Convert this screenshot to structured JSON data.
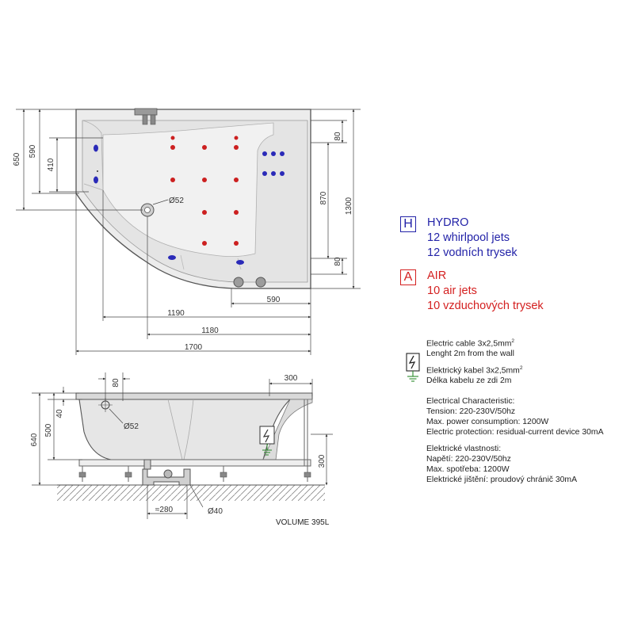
{
  "top_view": {
    "dims": {
      "d650": "650",
      "d590": "590",
      "d410": "410",
      "d80_top": "80",
      "d870": "870",
      "d1300": "1300",
      "d80_bottom": "80",
      "d590_bottom": "590",
      "d1190": "1190",
      "d1180": "1180",
      "d1700": "1700",
      "drain": "Ø52"
    },
    "colors": {
      "whirlpool_jet": "#cc2020",
      "air_jet": "#2a2ab8"
    }
  },
  "side_view": {
    "dims": {
      "d80": "80",
      "d300_top": "300",
      "d40": "40",
      "d500": "500",
      "d640": "640",
      "drain": "Ø52",
      "d300_right": "300",
      "d280": "≈280",
      "d40_pipe": "Ø40"
    },
    "volume": "VOLUME 395L"
  },
  "legend": {
    "hydro": {
      "badge": "H",
      "title": "HYDRO",
      "line1": "12 whirlpool jets",
      "line2": "12 vodních trysek",
      "color": "#2323a8"
    },
    "air": {
      "badge": "A",
      "title": "AIR",
      "line1": "10 air jets",
      "line2": "10 vzduchových trysek",
      "color": "#d42020"
    }
  },
  "electrical": {
    "cable_en_1": "Electric cable 3x2,5mm",
    "cable_en_1_sup": "2",
    "cable_en_2": "Lenght 2m from the wall",
    "cable_cz_1": "Elektrický kabel 3x2,5mm",
    "cable_cz_1_sup": "2",
    "cable_cz_2": "Délka kabelu ze zdi 2m",
    "char_en_title": "Electrical Characteristic:",
    "char_en_1": "Tension: 220-230V/50hz",
    "char_en_2": "Max. power consumption: 1200W",
    "char_en_3": "Electric protection: residual-current device 30mA",
    "char_cz_title": "Elektrické vlastnosti:",
    "char_cz_1": "Napětí: 220-230V/50hz",
    "char_cz_2": "Max. spotřeba: 1200W",
    "char_cz_3": "Elektrické jištění: proudový chránič 30mA"
  }
}
